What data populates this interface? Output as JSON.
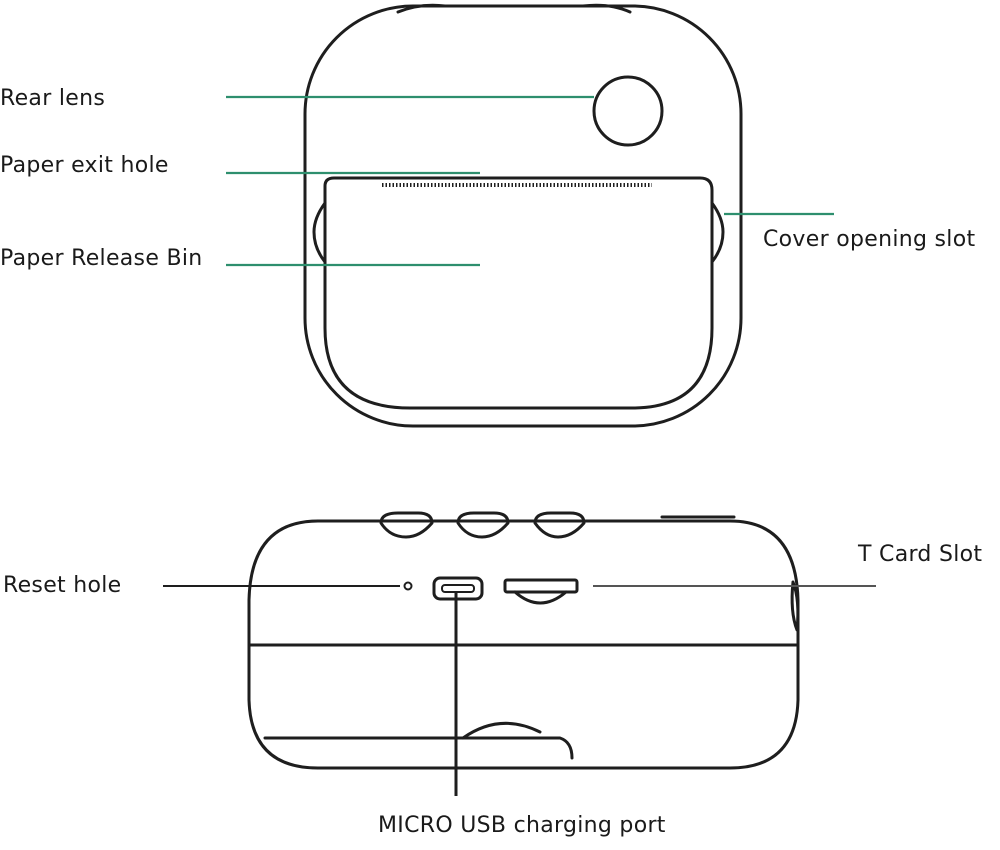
{
  "colors": {
    "leader_line": "#2e8f6e",
    "outline": "#1e1e1e",
    "background": "#ffffff"
  },
  "labels": {
    "rear_lens": "Rear lens",
    "paper_exit_hole": "Paper exit hole",
    "paper_release_bin": "Paper Release Bin",
    "cover_opening_slot": "Cover opening slot",
    "reset_hole": "Reset hole",
    "t_card_slot": "T Card Slot",
    "micro_usb_port": "MICRO USB charging port"
  }
}
